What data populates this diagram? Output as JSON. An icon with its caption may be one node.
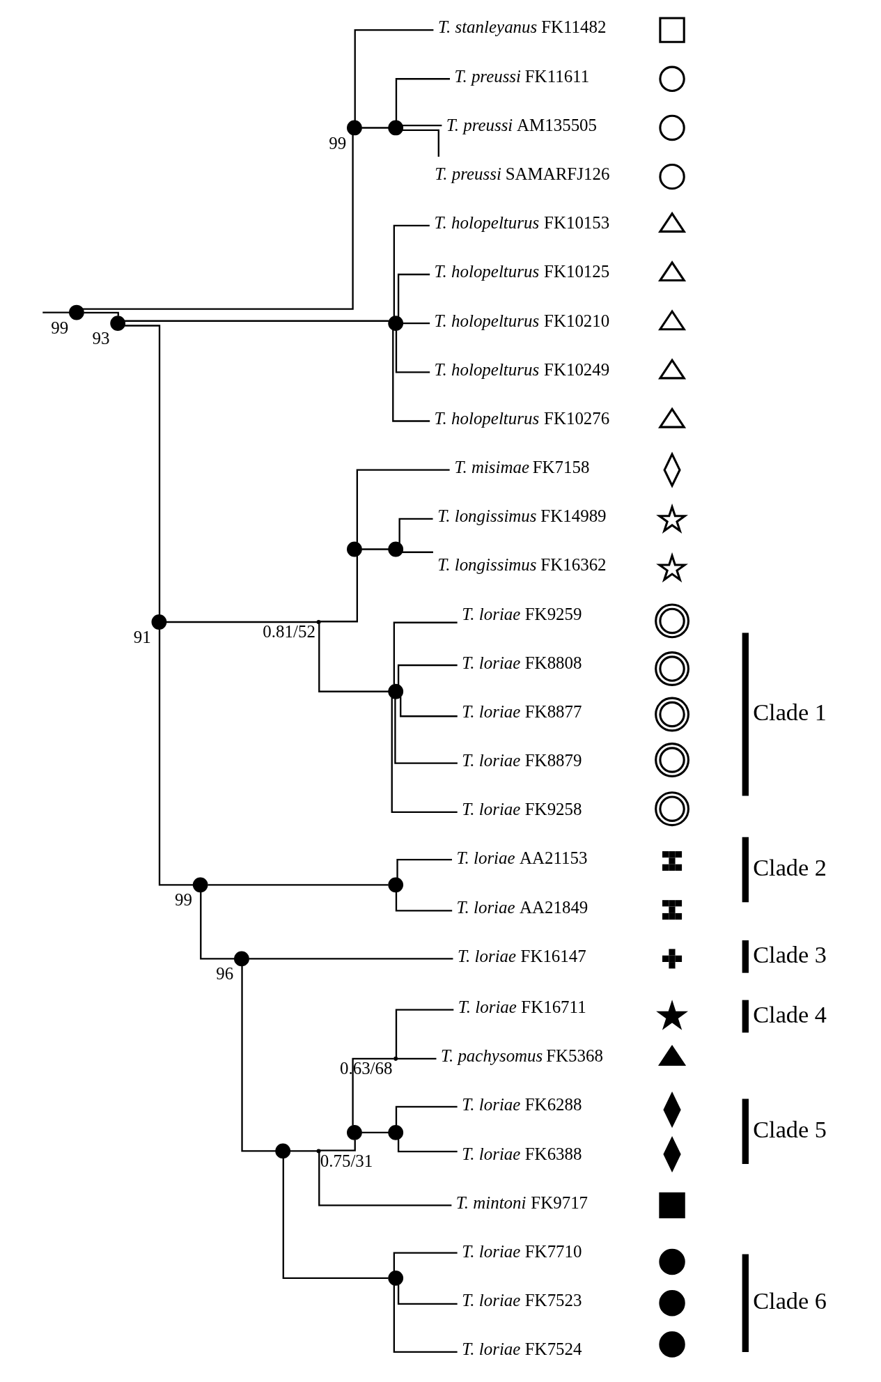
{
  "diagram": {
    "nodes": [
      {
        "text": [],
        "shape": "circle",
        "beside": [
          "99"
        ]
      },
      {
        "text": [],
        "shape": "circle",
        "beside": [
          "99"
        ]
      },
      {
        "text": [
          "T. stanleyanus FK11482"
        ]
      },
      {
        "text": [],
        "shape": "circle"
      },
      {
        "text": [
          "T. preussi FK11611"
        ]
      },
      {
        "text": [
          "T. preussi AM135505"
        ]
      },
      {
        "text": [
          "T. preussi SAMARFJ126"
        ]
      },
      {
        "text": [],
        "shape": "circle",
        "beside": [
          "93"
        ]
      },
      {
        "text": [],
        "shape": "circle"
      },
      {
        "text": [
          "T. holopelturus FK10153"
        ]
      },
      {
        "text": [
          "T. holopelturus FK10125"
        ]
      },
      {
        "text": [
          "T. holopelturus FK10210"
        ]
      },
      {
        "text": [
          "T. holopelturus FK10249"
        ]
      },
      {
        "text": [
          "T. holopelturus FK10276"
        ]
      },
      {
        "text": [],
        "shape": "circle",
        "beside": [
          "91"
        ]
      },
      {
        "text": [],
        "shape": "point",
        "beside": [
          "0.81/52"
        ]
      },
      {
        "text": [],
        "shape": "circle"
      },
      {
        "text": [
          "T. misimae FK7158"
        ]
      },
      {
        "text": [],
        "shape": "circle"
      },
      {
        "text": [
          "T. longissimus FK14989"
        ]
      },
      {
        "text": [
          "T. longissimus FK16362"
        ]
      },
      {
        "text": [],
        "shape": "circle"
      },
      {
        "text": [
          "T. loriae FK9259"
        ]
      },
      {
        "text": [
          "T. loriae FK8808"
        ]
      },
      {
        "text": [
          "T. loriae FK8877"
        ]
      },
      {
        "text": [
          "T. loriae FK8879"
        ]
      },
      {
        "text": [
          "T. loriae FK9258"
        ]
      },
      {
        "text": [],
        "shape": "circle",
        "beside": [
          "99"
        ]
      },
      {
        "text": [],
        "shape": "circle"
      },
      {
        "text": [
          "T. loriae AA21153"
        ]
      },
      {
        "text": [
          "T. loriae AA21849"
        ]
      },
      {
        "text": [],
        "shape": "circle",
        "beside": [
          "96"
        ]
      },
      {
        "text": [
          "T. loriae FK16147"
        ]
      },
      {
        "text": [],
        "shape": "circle"
      },
      {
        "text": [],
        "shape": "point",
        "beside": [
          "0.75/31"
        ]
      },
      {
        "text": [],
        "shape": "circle"
      },
      {
        "text": [],
        "shape": "point",
        "beside": [
          "0.63/68"
        ]
      },
      {
        "text": [
          "T. loriae FK16711"
        ]
      },
      {
        "text": [
          "T. pachysomus FK5368"
        ]
      },
      {
        "text": [],
        "shape": "circle"
      },
      {
        "text": [
          "T. loriae FK6288"
        ]
      },
      {
        "text": [
          "T. loriae FK6388"
        ]
      },
      {
        "text": [
          "T. mintoni FK9717"
        ]
      },
      {
        "text": [],
        "shape": "circle"
      },
      {
        "text": [
          "T. loriae FK7710"
        ]
      },
      {
        "text": [
          "T. loriae FK7523"
        ]
      },
      {
        "text": [
          "T. loriae FK7524"
        ]
      },
      {
        "text": [],
        "shape": "square"
      },
      {
        "text": [],
        "shape": "circle"
      },
      {
        "text": [],
        "shape": "circle"
      },
      {
        "text": [],
        "shape": "circle"
      },
      {
        "text": [],
        "shape": "triangle"
      },
      {
        "text": [],
        "shape": "triangle"
      },
      {
        "text": [],
        "shape": "triangle"
      },
      {
        "text": [],
        "shape": "triangle"
      },
      {
        "text": [],
        "shape": "triangle"
      },
      {
        "text": [],
        "shape": "diamond"
      },
      {
        "text": [],
        "shape": "star"
      },
      {
        "text": [],
        "shape": "star"
      },
      {
        "text": [],
        "shape": "circle"
      },
      {
        "text": [],
        "shape": "circle"
      },
      {
        "text": [],
        "shape": "circle"
      },
      {
        "text": [],
        "shape": "circle"
      },
      {
        "text": [],
        "shape": "circle"
      },
      {
        "text": [],
        "shape": "asterisk"
      },
      {
        "text": [],
        "shape": "asterisk"
      },
      {
        "text": [],
        "shape": "cross"
      },
      {
        "text": [],
        "shape": "star"
      },
      {
        "text": [],
        "shape": "triangle"
      },
      {
        "text": [],
        "shape": "diamond"
      },
      {
        "text": [],
        "shape": "diamond"
      },
      {
        "text": [],
        "shape": "square"
      },
      {
        "text": [],
        "shape": "circle"
      },
      {
        "text": [],
        "shape": "circle"
      },
      {
        "text": [],
        "shape": "circle"
      }
    ],
    "edges": [
      {
        "from": null,
        "to": 0,
        "arrow": "none"
      },
      {
        "from": 0,
        "to": 1,
        "arrow": "none"
      },
      {
        "from": 0,
        "to": 7,
        "arrow": "none"
      },
      {
        "from": 1,
        "to": 2,
        "arrow": "none"
      },
      {
        "from": 1,
        "to": 3,
        "arrow": "none"
      },
      {
        "from": 3,
        "to": 4,
        "arrow": "none"
      },
      {
        "from": 3,
        "to": 5,
        "arrow": "none"
      },
      {
        "from": 3,
        "to": 6,
        "arrow": "none"
      },
      {
        "from": 7,
        "to": 8,
        "arrow": "none"
      },
      {
        "from": 7,
        "to": 14,
        "arrow": "none"
      },
      {
        "from": 8,
        "to": 9,
        "arrow": "none"
      },
      {
        "from": 8,
        "to": 10,
        "arrow": "none"
      },
      {
        "from": 8,
        "to": 11,
        "arrow": "none"
      },
      {
        "from": 8,
        "to": 12,
        "arrow": "none"
      },
      {
        "from": 8,
        "to": 13,
        "arrow": "none"
      },
      {
        "from": 14,
        "to": 15,
        "arrow": "none"
      },
      {
        "from": 14,
        "to": 27,
        "arrow": "none"
      },
      {
        "from": 15,
        "to": 16,
        "arrow": "none"
      },
      {
        "from": 15,
        "to": 21,
        "arrow": "none"
      },
      {
        "from": 16,
        "to": 17,
        "arrow": "none"
      },
      {
        "from": 16,
        "to": 18,
        "arrow": "none"
      },
      {
        "from": 18,
        "to": 19,
        "arrow": "none"
      },
      {
        "from": 18,
        "to": 20,
        "arrow": "none"
      },
      {
        "from": 21,
        "to": 22,
        "arrow": "none"
      },
      {
        "from": 21,
        "to": 23,
        "arrow": "none"
      },
      {
        "from": 21,
        "to": 24,
        "arrow": "none"
      },
      {
        "from": 21,
        "to": 25,
        "arrow": "none"
      },
      {
        "from": 21,
        "to": 26,
        "arrow": "none"
      },
      {
        "from": 27,
        "to": 28,
        "arrow": "none"
      },
      {
        "from": 27,
        "to": 31,
        "arrow": "none"
      },
      {
        "from": 28,
        "to": 29,
        "arrow": "none"
      },
      {
        "from": 28,
        "to": 30,
        "arrow": "none"
      },
      {
        "from": 31,
        "to": 32,
        "arrow": "none"
      },
      {
        "from": 31,
        "to": 33,
        "arrow": "none"
      },
      {
        "from": 33,
        "to": 34,
        "arrow": "none"
      },
      {
        "from": 33,
        "to": 43,
        "arrow": "none"
      },
      {
        "from": 34,
        "to": 35,
        "arrow": "none"
      },
      {
        "from": 34,
        "to": 42,
        "arrow": "none"
      },
      {
        "from": 35,
        "to": 36,
        "arrow": "none"
      },
      {
        "from": 35,
        "to": 39,
        "arrow": "none"
      },
      {
        "from": 36,
        "to": 37,
        "arrow": "none"
      },
      {
        "from": 36,
        "to": 38,
        "arrow": "none"
      },
      {
        "from": 39,
        "to": 40,
        "arrow": "none"
      },
      {
        "from": 39,
        "to": 41,
        "arrow": "none"
      },
      {
        "from": 43,
        "to": 44,
        "arrow": "none"
      },
      {
        "from": 43,
        "to": 45,
        "arrow": "none"
      },
      {
        "from": 43,
        "to": 46,
        "arrow": "none"
      }
    ],
    "labels": [
      "Clade 1",
      "Clade 2",
      "Clade 3",
      "Clade 4",
      "Clade 5",
      "Clade 6"
    ]
  }
}
